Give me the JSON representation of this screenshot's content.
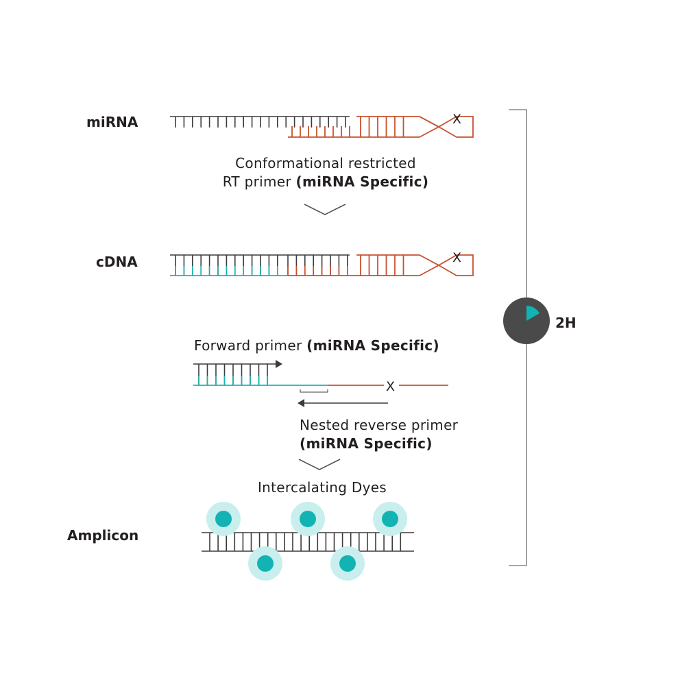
{
  "labels": {
    "mirna": "miRNA",
    "cdna": "cDNA",
    "amplicon": "Amplicon"
  },
  "steps": {
    "rt_line1": "Conformational restricted",
    "rt_line2_prefix": "RT primer ",
    "rt_line2_bold": "(miRNA Specific)",
    "fwd_prefix": "Forward primer ",
    "fwd_bold": "(miRNA Specific)",
    "rev_line1": "Nested reverse primer",
    "rev_line2_bold": "(miRNA Specific)",
    "dyes": "Intercalating Dyes"
  },
  "markers": {
    "x_mark": "X"
  },
  "timer": {
    "label": "2H"
  },
  "colors": {
    "dark_strand": "#3b3b3b",
    "rt_primer": "#c8502e",
    "cdna_strand": "#1bb5b5",
    "dye_core": "#14b3b3",
    "dye_halo": "#c9eeee",
    "timer_bg": "#4a4a4a",
    "timer_wedge": "#14b3b3",
    "bracket": "#8a8a8a"
  },
  "icons": {
    "step_arrow": "chevron-down-icon",
    "timer": "clock-pie-icon",
    "dye": "dye-molecule-icon"
  }
}
